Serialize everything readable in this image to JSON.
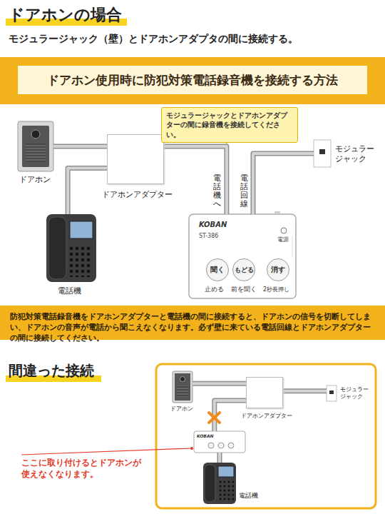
{
  "diagram": {
    "title": "ドアホンの場合",
    "nodes": [
      {
        "text": [
          "ドアホン使用時に防犯対策電話録音機を接続する方法"
        ]
      },
      {
        "text": [
          "ドアホン"
        ]
      },
      {
        "text": [
          "ドアホンアダプター"
        ]
      },
      {
        "text": [
          "モジュラージャックとドアホンアダプターの間に録音機を接続してください。"
        ]
      },
      {
        "text": [
          "モジュラー ジャック"
        ]
      },
      {
        "text": [
          "電話機"
        ]
      },
      {
        "text": [
          "KOBAN",
          "ST-386",
          "電源",
          "止める",
          "前を聞く",
          "2秒長押し"
        ]
      },
      {
        "text": [
          "聞く"
        ],
        "in": 6
      },
      {
        "text": [
          "もどる"
        ],
        "in": 6
      },
      {
        "text": [
          "消す"
        ],
        "in": 6
      },
      {
        "text": [
          "防犯対策電話録音機をドアホンアダプターと電話機の間に接続すると、ドアホンの信号を切断してしまい、ドアホンの音声が電話から聞こえなくなります。必ず壁に来ている電話回線とドアホンアダプターの間に接続してください。"
        ]
      },
      {
        "text": [
          "ドアホン"
        ]
      },
      {
        "text": [
          "ドアホンアダプター"
        ]
      },
      {
        "text": [
          "モジュラー ジャック"
        ]
      },
      {
        "text": [
          "KOBAN"
        ]
      },
      {
        "text": [
          "電話機"
        ]
      }
    ],
    "edges": [
      {
        "from": 1,
        "to": 2,
        "arrow": "none"
      },
      {
        "from": 2,
        "to": 5,
        "arrow": "none"
      },
      {
        "from": 2,
        "to": 6,
        "label": "電話機へ",
        "arrow": "none"
      },
      {
        "from": 6,
        "to": 4,
        "label": "電話回線",
        "arrow": "none"
      },
      {
        "from": 11,
        "to": 12,
        "arrow": "none"
      },
      {
        "from": 12,
        "to": 13,
        "arrow": "none"
      },
      {
        "from": 12,
        "to": 14,
        "arrow": "none"
      },
      {
        "from": 14,
        "to": 15,
        "arrow": "none"
      }
    ],
    "labels": [
      "モジュラージャック（壁）とドアホンアダプタの間に接続する。",
      "間違った接続",
      "ここに取り付けるとドアホンが使えなくなります。"
    ]
  }
}
